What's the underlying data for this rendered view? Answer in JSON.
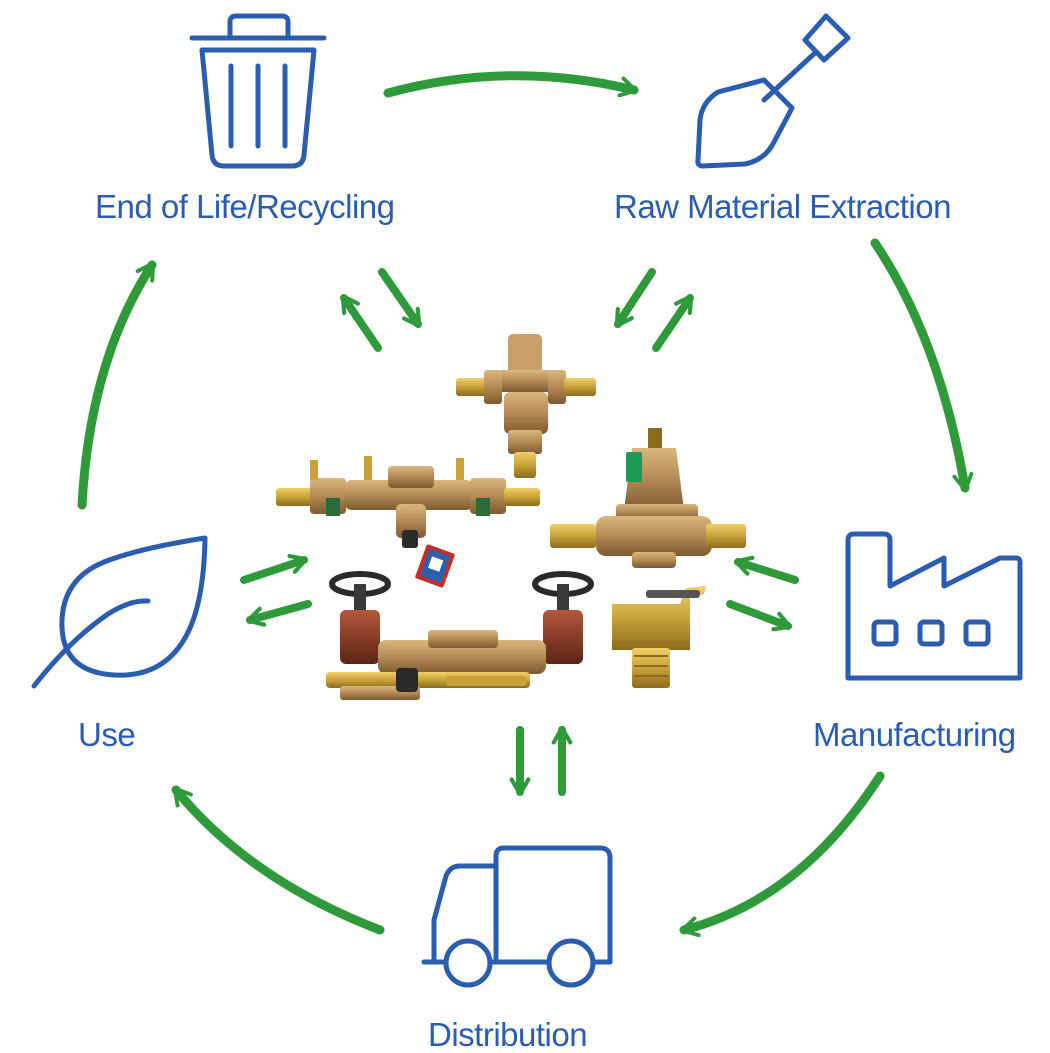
{
  "diagram": {
    "colors": {
      "icon_stroke": "#2a5db0",
      "label_text": "#2a5db0",
      "arrow": "#2f9a3a",
      "bronze": "#b38a55",
      "brass": "#c9a23a",
      "valve_red": "#8a3b22",
      "handwheel": "#2a2a2a",
      "tag_green": "#1f9a55",
      "tag_blue": "#2e5fae",
      "tag_red": "#c0302a"
    },
    "stages": {
      "end_of_life": {
        "label": "End of Life/Recycling",
        "icon": "trash-can-icon"
      },
      "raw_material": {
        "label": "Raw Material Extraction",
        "icon": "shovel-icon"
      },
      "manufacturing": {
        "label": "Manufacturing",
        "icon": "factory-icon"
      },
      "distribution": {
        "label": "Distribution",
        "icon": "delivery-truck-icon"
      },
      "use": {
        "label": "Use",
        "icon": "leaf-icon"
      }
    },
    "center_image": "brass-plumbing-valves-icon"
  }
}
